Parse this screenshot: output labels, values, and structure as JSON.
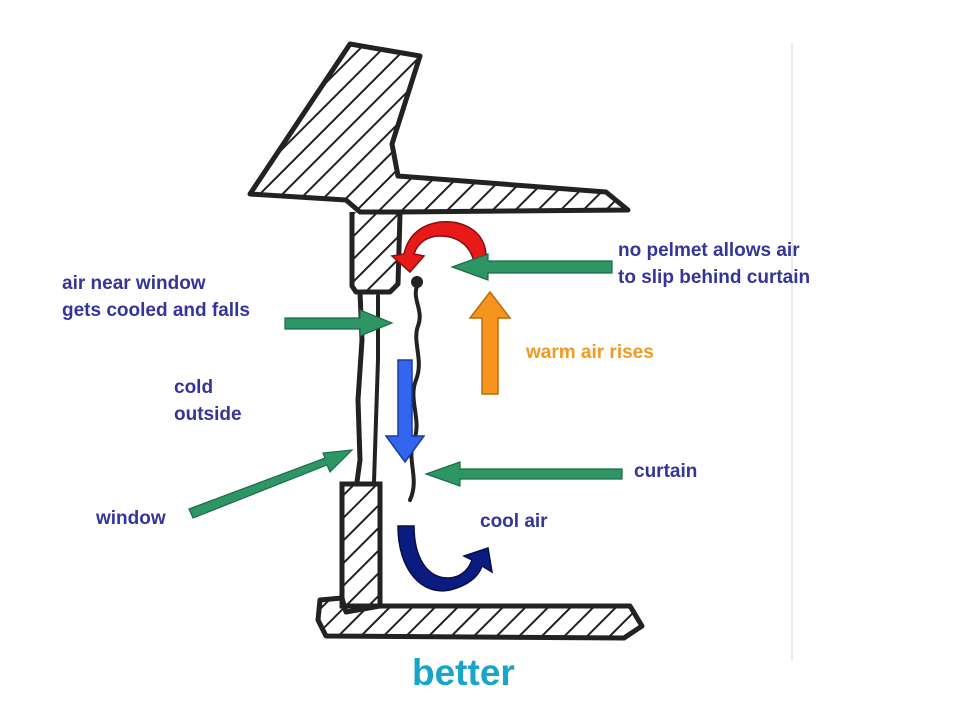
{
  "colors": {
    "label_text": "#34349a",
    "warm_label_text": "#f39a1e",
    "title_text": "#17a5c8",
    "pointer_arrow_fill": "#2e9565",
    "warm_arrow_fill": "#f7941d",
    "falling_arrow_fill": "#3366ee",
    "circulation_top_fill": "#e81919",
    "circulation_bottom_fill": "#0a1c80",
    "line_drawing": "#222222"
  },
  "labels": {
    "no_pelmet": [
      "no pelmet allows air",
      "to slip behind curtain"
    ],
    "air_near_window": [
      "air near window",
      "gets cooled and falls"
    ],
    "warm_air_rises": "warm air rises",
    "cold_outside": [
      "cold",
      "outside"
    ],
    "curtain": "curtain",
    "window": "window",
    "cool_air": "cool air"
  },
  "title": "better"
}
